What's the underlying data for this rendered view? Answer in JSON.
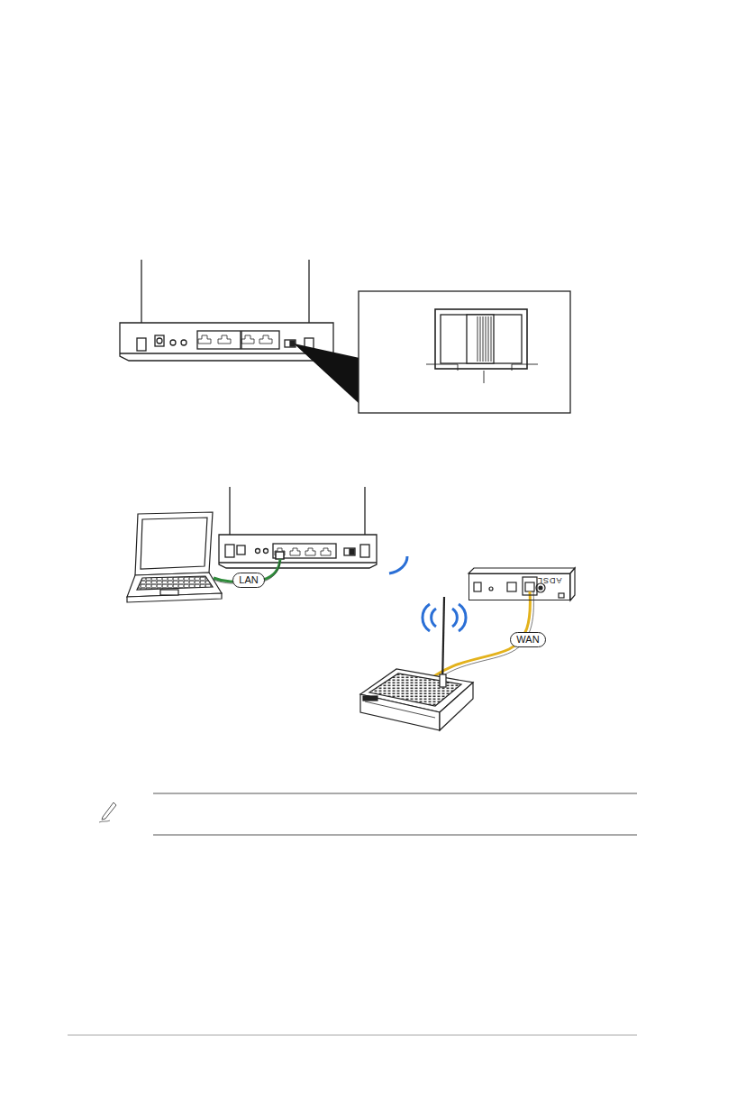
{
  "diagram": {
    "nodes": [
      {
        "text": [
          "ADSL"
        ]
      }
    ],
    "labels": [
      "LAN",
      "WAN"
    ]
  }
}
